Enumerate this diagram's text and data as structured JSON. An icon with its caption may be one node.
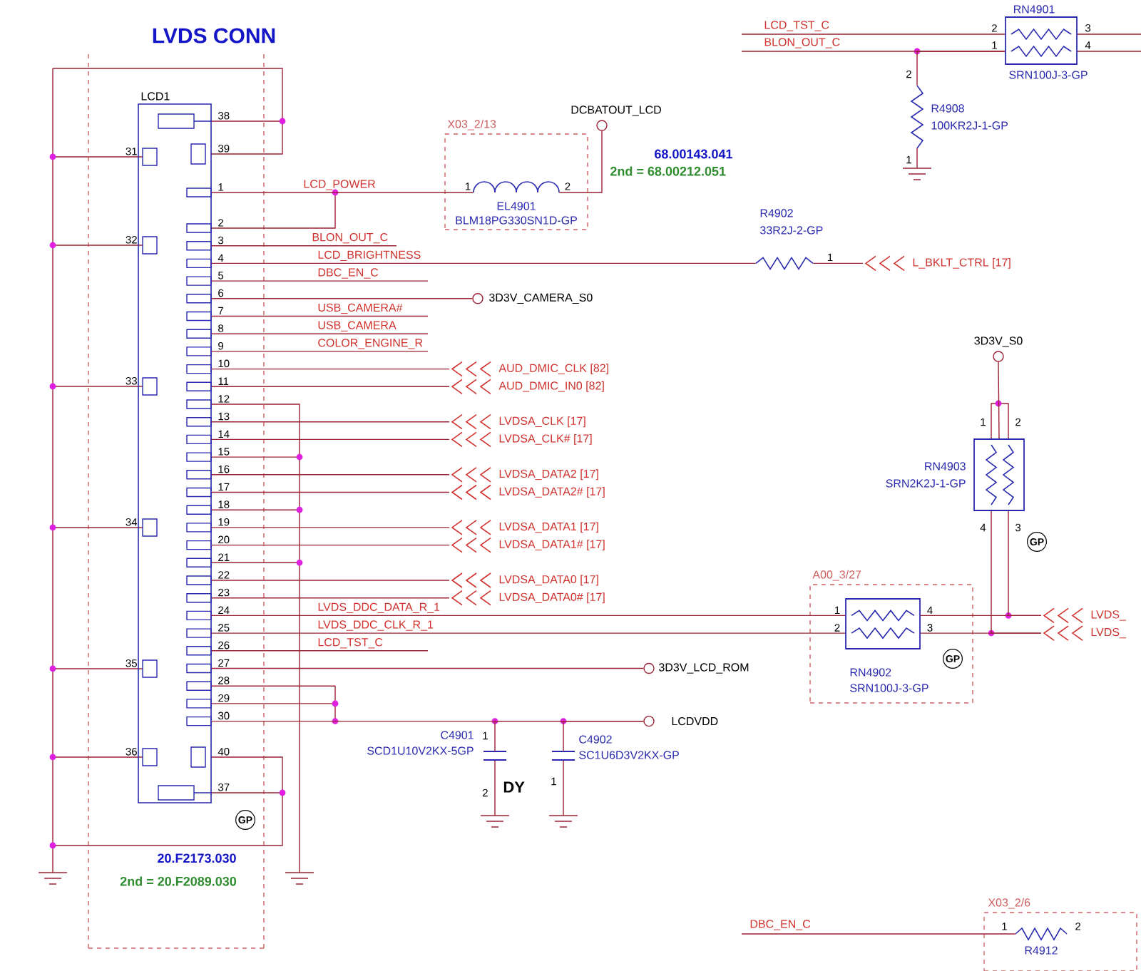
{
  "diagram": {
    "title": "LVDS CONN",
    "nodes": [
      {
        "text": [
          "LCD1"
        ],
        "beside": [
          "38",
          "31",
          "39",
          "1",
          "2",
          "3",
          "4",
          "5",
          "6",
          "7",
          "8",
          "9",
          "10",
          "11",
          "12",
          "13",
          "14",
          "15",
          "16",
          "17",
          "18",
          "19",
          "20",
          "21",
          "22",
          "23",
          "24",
          "25",
          "26",
          "27",
          "28",
          "29",
          "30",
          "32",
          "33",
          "34",
          "35",
          "36",
          "40",
          "37"
        ]
      },
      {
        "text": [
          "X03_2/13"
        ]
      },
      {
        "text": [
          "EL4901",
          "BLM18PG330SN1D-GP"
        ],
        "in": 1
      },
      {
        "text": [
          "DCBATOUT_LCD"
        ]
      },
      {
        "text": [
          "R4902",
          "33R2J-2-GP"
        ]
      },
      {
        "text": [
          "L_BKLT_CTRL [17]"
        ]
      },
      {
        "text": [
          "3D3V_CAMERA_S0"
        ]
      },
      {
        "text": [
          "AUD_DMIC_CLK [82]"
        ]
      },
      {
        "text": [
          "AUD_DMIC_IN0 [82]"
        ]
      },
      {
        "text": [
          "LVDSA_CLK [17]"
        ]
      },
      {
        "text": [
          "LVDSA_CLK# [17]"
        ]
      },
      {
        "text": [
          "LVDSA_DATA2 [17]"
        ]
      },
      {
        "text": [
          "LVDSA_DATA2# [17]"
        ]
      },
      {
        "text": [
          "LVDSA_DATA1 [17]"
        ]
      },
      {
        "text": [
          "LVDSA_DATA1# [17]"
        ]
      },
      {
        "text": [
          "LVDSA_DATA0 [17]"
        ]
      },
      {
        "text": [
          "LVDSA_DATA0# [17]"
        ]
      },
      {
        "text": [
          "A00_3/27"
        ]
      },
      {
        "text": [
          "RN4902",
          "SRN100J-3-GP"
        ],
        "in": 17
      },
      {
        "text": [
          "LVDS_"
        ]
      },
      {
        "text": [
          "LVDS_"
        ]
      },
      {
        "text": [
          "RN4903",
          "SRN2K2J-1-GP"
        ]
      },
      {
        "text": [
          "3D3V_S0"
        ]
      },
      {
        "text": [
          "3D3V_LCD_ROM"
        ]
      },
      {
        "text": [
          "LCDVDD"
        ]
      },
      {
        "text": [
          "C4901",
          "SCD1U10V2KX-5GP"
        ]
      },
      {
        "text": [
          "C4902",
          "SC1U6D3V2KX-GP"
        ]
      },
      {
        "text": [
          "RN4901",
          "SRN100J-3-GP"
        ]
      },
      {
        "text": [
          "R4908",
          "100KR2J-1-GP"
        ]
      },
      {
        "text": [
          "X03_2/6"
        ]
      },
      {
        "text": [
          "R4912"
        ],
        "in": 29
      }
    ],
    "edges": [
      {
        "from": 0,
        "to": 2,
        "arrow": "none",
        "label": "LCD_POWER"
      },
      {
        "from": 2,
        "to": 3,
        "arrow": "none"
      },
      {
        "from": 0,
        "to": null,
        "arrow": "none",
        "label": "BLON_OUT_C"
      },
      {
        "from": 0,
        "to": 4,
        "arrow": "none",
        "label": "LCD_BRIGHTNESS"
      },
      {
        "from": 4,
        "to": 5,
        "arrow": "none"
      },
      {
        "from": 0,
        "to": null,
        "arrow": "none",
        "label": "DBC_EN_C"
      },
      {
        "from": 0,
        "to": 6,
        "arrow": "none"
      },
      {
        "from": 0,
        "to": null,
        "arrow": "none",
        "label": "USB_CAMERA#"
      },
      {
        "from": 0,
        "to": null,
        "arrow": "none",
        "label": "USB_CAMERA"
      },
      {
        "from": 0,
        "to": null,
        "arrow": "none",
        "label": "COLOR_ENGINE_R"
      },
      {
        "from": 0,
        "to": 7,
        "arrow": "none"
      },
      {
        "from": 0,
        "to": 8,
        "arrow": "none"
      },
      {
        "from": 0,
        "to": 9,
        "arrow": "none"
      },
      {
        "from": 0,
        "to": 10,
        "arrow": "none"
      },
      {
        "from": 0,
        "to": 11,
        "arrow": "none"
      },
      {
        "from": 0,
        "to": 12,
        "arrow": "none"
      },
      {
        "from": 0,
        "to": 13,
        "arrow": "none"
      },
      {
        "from": 0,
        "to": 14,
        "arrow": "none"
      },
      {
        "from": 0,
        "to": 15,
        "arrow": "none"
      },
      {
        "from": 0,
        "to": 16,
        "arrow": "none"
      },
      {
        "from": 0,
        "to": 18,
        "arrow": "none",
        "label": "LVDS_DDC_DATA_R_1"
      },
      {
        "from": 0,
        "to": 18,
        "arrow": "none",
        "label": "LVDS_DDC_CLK_R_1"
      },
      {
        "from": 18,
        "to": 19,
        "arrow": "none"
      },
      {
        "from": 18,
        "to": 20,
        "arrow": "none"
      },
      {
        "from": 22,
        "to": 21,
        "arrow": "none"
      },
      {
        "from": 21,
        "to": 19,
        "arrow": "none"
      },
      {
        "from": 21,
        "to": 20,
        "arrow": "none"
      },
      {
        "from": 0,
        "to": null,
        "arrow": "none",
        "label": "LCD_TST_C"
      },
      {
        "from": 0,
        "to": 23,
        "arrow": "none"
      },
      {
        "from": 0,
        "to": 24,
        "arrow": "none"
      },
      {
        "from": 25,
        "to": 24,
        "arrow": "none"
      },
      {
        "from": 26,
        "to": 24,
        "arrow": "none"
      },
      {
        "from": null,
        "to": 27,
        "arrow": "none",
        "label": "LCD_TST_C"
      },
      {
        "from": null,
        "to": 27,
        "arrow": "none",
        "label": "BLON_OUT_C"
      },
      {
        "from": 28,
        "to": 27,
        "arrow": "none"
      },
      {
        "from": 27,
        "to": null,
        "arrow": "none"
      },
      {
        "from": 27,
        "to": null,
        "arrow": "none"
      },
      {
        "from": null,
        "to": 30,
        "arrow": "none",
        "label": "DBC_EN_C"
      }
    ],
    "labels": [
      "68.00143.041",
      "2nd = 68.00212.051",
      "1",
      "2",
      "1",
      "2",
      "3",
      "1",
      "4",
      "2",
      "1",
      "1",
      "2",
      "4",
      "3",
      "GP",
      "1",
      "4",
      "2",
      "3",
      "GP",
      "1",
      "2",
      "DY",
      "1",
      "GP",
      "20.F2173.030",
      "2nd = 20.F2089.030",
      "1",
      "2"
    ]
  }
}
